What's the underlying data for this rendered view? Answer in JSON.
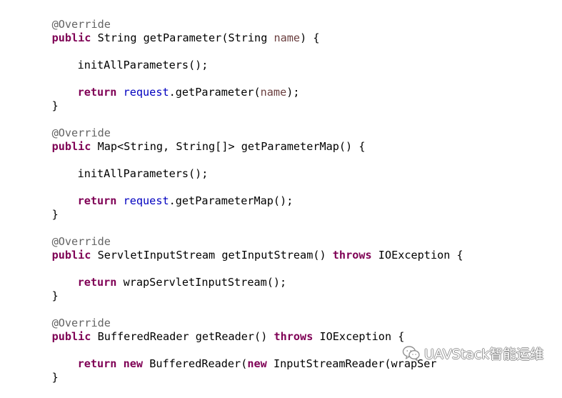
{
  "editor": {
    "lines": [
      {
        "tokens": [
          {
            "type": "annotation",
            "text": "@Override"
          }
        ]
      },
      {
        "tokens": [
          {
            "type": "keyword",
            "text": "public"
          },
          {
            "type": "plain",
            "text": " String getParameter(String "
          },
          {
            "type": "param",
            "text": "name"
          },
          {
            "type": "plain",
            "text": ") {"
          }
        ]
      },
      {
        "tokens": []
      },
      {
        "tokens": [
          {
            "type": "plain",
            "text": "initAllParameters();"
          }
        ]
      },
      {
        "tokens": []
      },
      {
        "tokens": [
          {
            "type": "keyword",
            "text": "return"
          },
          {
            "type": "plain",
            "text": " "
          },
          {
            "type": "field",
            "text": "request"
          },
          {
            "type": "plain",
            "text": ".getParameter("
          },
          {
            "type": "param",
            "text": "name"
          },
          {
            "type": "plain",
            "text": ");"
          }
        ]
      },
      {
        "tokens": [
          {
            "type": "plain",
            "text": "}"
          }
        ]
      },
      {
        "tokens": []
      },
      {
        "tokens": [
          {
            "type": "annotation",
            "text": "@Override"
          }
        ]
      },
      {
        "tokens": [
          {
            "type": "keyword",
            "text": "public"
          },
          {
            "type": "plain",
            "text": " Map<String, String[]> getParameterMap() {"
          }
        ]
      },
      {
        "tokens": []
      },
      {
        "tokens": [
          {
            "type": "plain",
            "text": "initAllParameters();"
          }
        ]
      },
      {
        "tokens": []
      },
      {
        "tokens": [
          {
            "type": "keyword",
            "text": "return"
          },
          {
            "type": "plain",
            "text": " "
          },
          {
            "type": "field",
            "text": "request"
          },
          {
            "type": "plain",
            "text": ".getParameterMap();"
          }
        ]
      },
      {
        "tokens": [
          {
            "type": "plain",
            "text": "}"
          }
        ]
      },
      {
        "tokens": []
      },
      {
        "tokens": [
          {
            "type": "annotation",
            "text": "@Override"
          }
        ]
      },
      {
        "tokens": [
          {
            "type": "keyword",
            "text": "public"
          },
          {
            "type": "plain",
            "text": " ServletInputStream getInputStream() "
          },
          {
            "type": "keyword",
            "text": "throws"
          },
          {
            "type": "plain",
            "text": " IOException {"
          }
        ]
      },
      {
        "tokens": []
      },
      {
        "tokens": [
          {
            "type": "keyword",
            "text": "return"
          },
          {
            "type": "plain",
            "text": " wrapServletInputStream();"
          }
        ]
      },
      {
        "tokens": [
          {
            "type": "plain",
            "text": "}"
          }
        ]
      },
      {
        "tokens": []
      },
      {
        "tokens": [
          {
            "type": "annotation",
            "text": "@Override"
          }
        ]
      },
      {
        "tokens": [
          {
            "type": "keyword",
            "text": "public"
          },
          {
            "type": "plain",
            "text": " BufferedReader getReader() "
          },
          {
            "type": "keyword",
            "text": "throws"
          },
          {
            "type": "plain",
            "text": " IOException {"
          }
        ]
      },
      {
        "tokens": []
      },
      {
        "tokens": [
          {
            "type": "keyword",
            "text": "return"
          },
          {
            "type": "plain",
            "text": " "
          },
          {
            "type": "keyword",
            "text": "new"
          },
          {
            "type": "plain",
            "text": " BufferedReader("
          },
          {
            "type": "keyword",
            "text": "new"
          },
          {
            "type": "plain",
            "text": " InputStreamReader(wrapSer"
          }
        ]
      },
      {
        "tokens": [
          {
            "type": "plain",
            "text": "}"
          }
        ]
      }
    ]
  },
  "watermark": {
    "text": "UAVStack智能运维",
    "icon": "wechat-icon"
  },
  "colors": {
    "annotation": "#646464",
    "keyword": "#7f0055",
    "parameter": "#6a3e3e",
    "field": "#0000c0",
    "plain": "#000000",
    "background": "#ffffff"
  }
}
